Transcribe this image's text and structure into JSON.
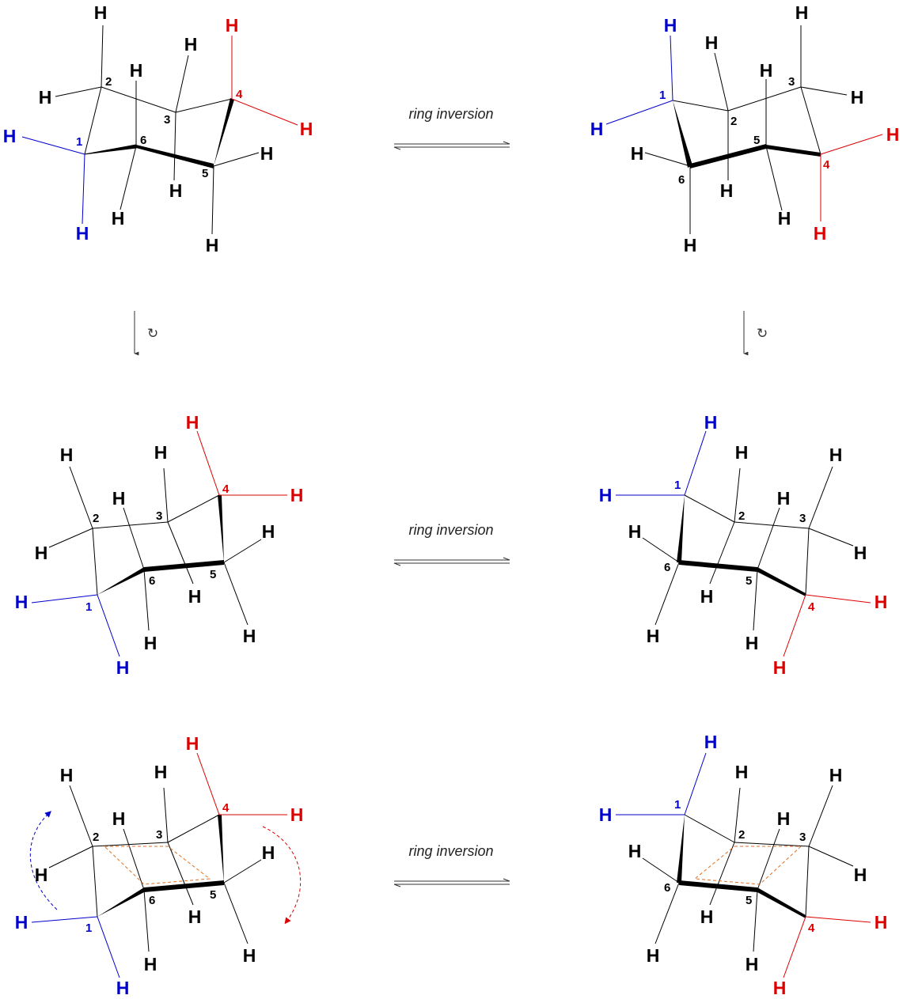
{
  "colors": {
    "default": "#000000",
    "blue": "#0000cc",
    "red": "#dd0000",
    "dash": "#e07020"
  },
  "ring_inversion_label": "ring inversion",
  "rotation_glyph": "↻",
  "carbon_numbers": [
    "1",
    "2",
    "3",
    "4",
    "5",
    "6"
  ],
  "hydrogen_symbol": "H"
}
